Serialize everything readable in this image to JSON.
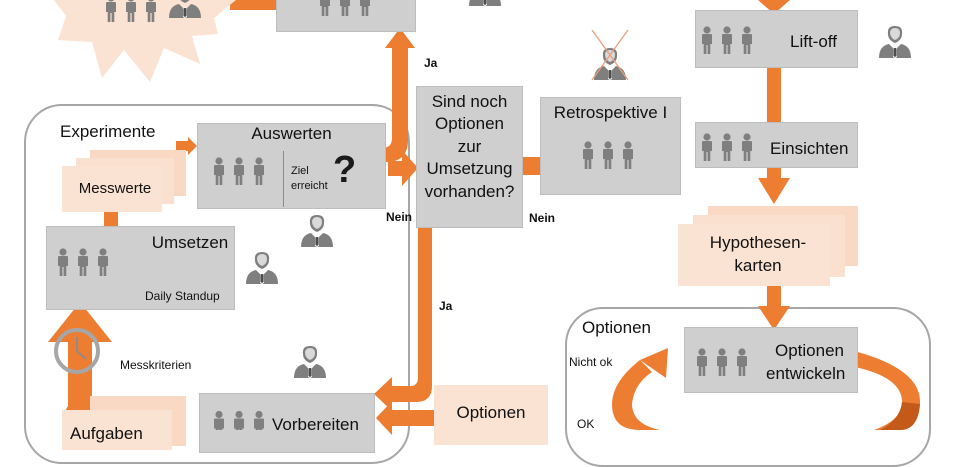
{
  "nodes": {
    "experimente_title": "Experimente",
    "optionen_title": "Optionen",
    "auswerten": "Auswerten",
    "ziel": "Ziel",
    "erreicht": "erreicht",
    "question_mark": "?",
    "messwerte": "Messwerte",
    "umsetzen": "Umsetzen",
    "daily_standup": "Daily Standup",
    "decision": [
      "Sind noch",
      "Optionen",
      "zur",
      "Umsetzung",
      "vorhanden?"
    ],
    "retrospektive": "Retrospektive I",
    "liftoff": "Lift-off",
    "einsichten": "Einsichten",
    "hypothesen": [
      "Hypothesen-",
      "karten"
    ],
    "optionen_entwickeln": [
      "Optionen",
      "entwickeln"
    ],
    "vorbereiten": "Vorbereiten",
    "optionen_box": "Optionen",
    "aufgaben_partial": "Aufgaben"
  },
  "edges": {
    "ja_top": "Ja",
    "ja_mid": "Ja",
    "nein_left": "Nein",
    "nein_right": "Nein",
    "messkriterien": "Messkriterien",
    "nicht_ok": "Nicht ok",
    "ok": "OK"
  },
  "colors": {
    "arrow": "#ed7d31",
    "box": "#cfcfcf",
    "card": "#fbe3d3",
    "frame": "#a6a6a6",
    "person": "#7f7f7f"
  },
  "icons": [
    "team-icon",
    "coach-icon",
    "crossed-coach-icon",
    "clock-icon",
    "burst-shape"
  ]
}
